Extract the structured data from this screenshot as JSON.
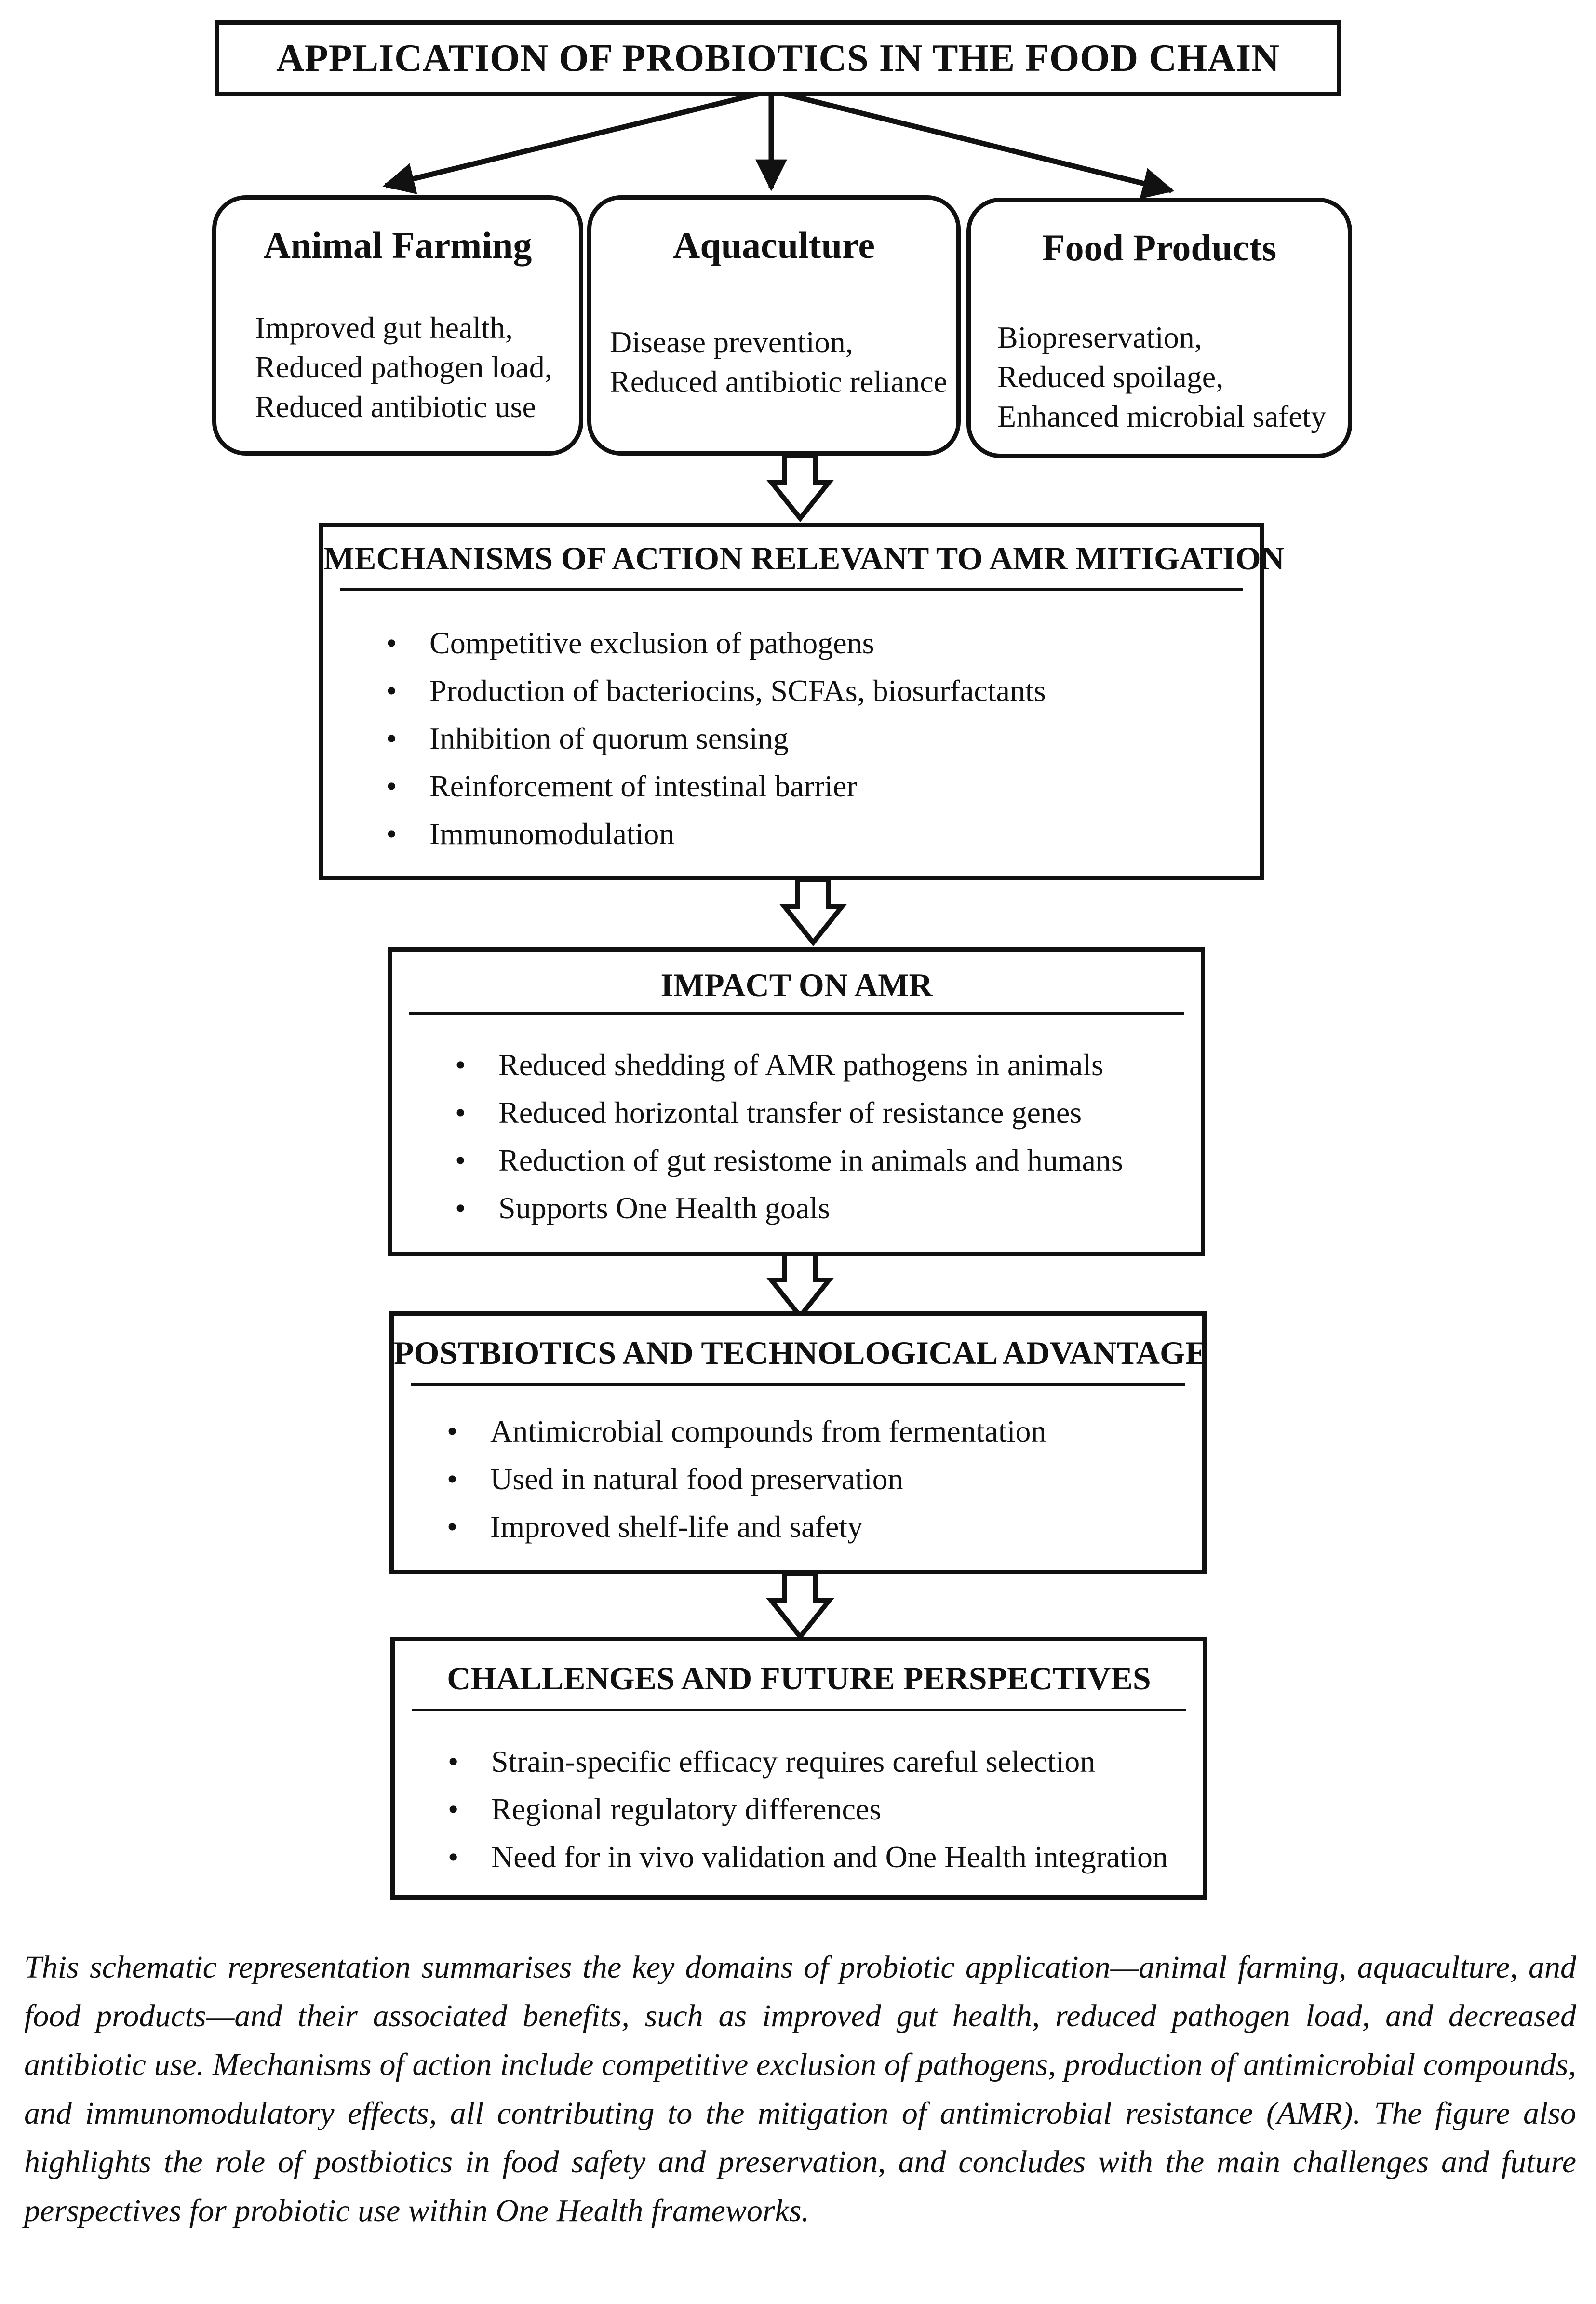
{
  "diagram": {
    "title": "APPLICATION OF PROBIOTICS IN THE FOOD CHAIN",
    "domains": [
      {
        "title": "Animal Farming",
        "items": [
          "Improved gut health,",
          "Reduced pathogen load,",
          "Reduced antibiotic use"
        ]
      },
      {
        "title": "Aquaculture",
        "items": [
          "Disease prevention,",
          "Reduced antibiotic reliance"
        ]
      },
      {
        "title": "Food Products",
        "items": [
          "Biopreservation,",
          "Reduced spoilage,",
          "Enhanced microbial safety"
        ]
      }
    ],
    "sections": [
      {
        "title": "MECHANISMS OF ACTION RELEVANT TO AMR MITIGATION",
        "items": [
          "Competitive exclusion of pathogens",
          "Production of bacteriocins, SCFAs, biosurfactants",
          "Inhibition of quorum sensing",
          "Reinforcement of intestinal barrier",
          "Immunomodulation"
        ]
      },
      {
        "title": "IMPACT ON AMR",
        "items": [
          "Reduced shedding of AMR pathogens in animals",
          "Reduced horizontal transfer of resistance genes",
          "Reduction of gut resistome in animals and humans",
          "Supports One Health goals"
        ]
      },
      {
        "title": "POSTBIOTICS AND TECHNOLOGICAL ADVANTAGE",
        "items": [
          "Antimicrobial compounds from fermentation",
          "Used in natural food preservation",
          "Improved shelf-life and safety"
        ]
      },
      {
        "title": "CHALLENGES AND FUTURE PERSPECTIVES",
        "items": [
          "Strain-specific efficacy requires careful selection",
          "Regional regulatory differences",
          "Need for in vivo validation and One Health integration"
        ]
      }
    ]
  },
  "caption": "This schematic representation summarises the key domains of probiotic application—animal farming, aquaculture, and food products—and their associated benefits, such as improved gut health, reduced pathogen load, and decreased antibiotic use. Mechanisms of action include competitive exclusion of pathogens, production of antimicrobial compounds, and immunomodulatory effects, all contributing to the mitigation of antimicrobial resistance (AMR). The figure also highlights the role of postbiotics in food safety and preservation, and concludes with the main challenges and future perspectives for probiotic use within One Health frameworks."
}
